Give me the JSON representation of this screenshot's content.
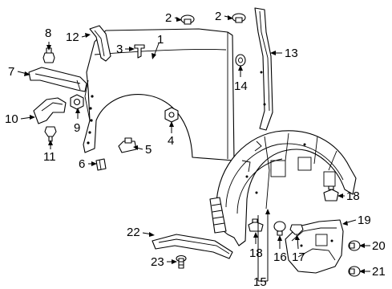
{
  "callouts": {
    "c1": "1",
    "c2a": "2",
    "c2b": "2",
    "c3": "3",
    "c4": "4",
    "c5": "5",
    "c6": "6",
    "c7": "7",
    "c8": "8",
    "c9": "9",
    "c10": "10",
    "c11": "11",
    "c12": "12",
    "c13": "13",
    "c14": "14",
    "c15": "15",
    "c16": "16",
    "c17": "17",
    "c18a": "18",
    "c18b": "18",
    "c19": "19",
    "c20": "20",
    "c21": "21",
    "c22": "22",
    "c23": "23"
  }
}
